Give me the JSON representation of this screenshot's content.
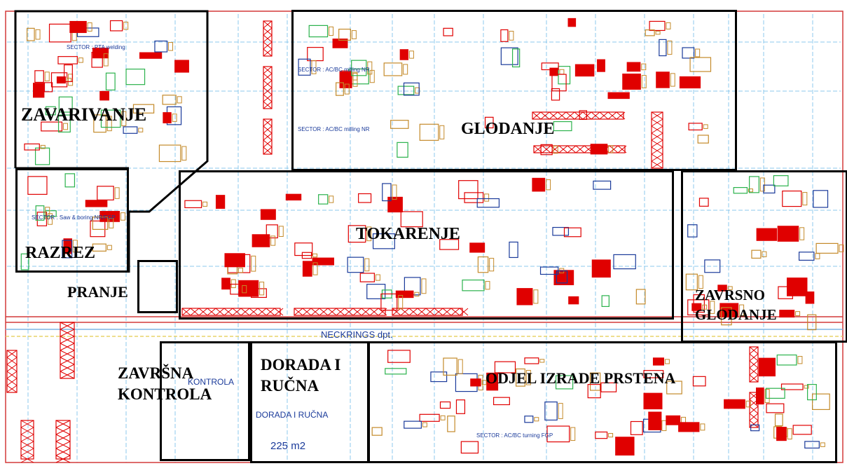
{
  "zones": {
    "zavarivanje": "ZAVARIVANJE",
    "glodanje": "GLODANJE",
    "tokarenje": "TOKARENJE",
    "razrez": "RAZREZ",
    "pranje": "PRANJE",
    "zavrsno_glodanje": "ZAVRSNO GLODANJE",
    "zavrsna_kontrola": "ZAVRŠNA KONTROLA",
    "dorada_rucna": "DORADA I RUČNA",
    "odjel_izrade": "ODJEL IZRADE PRSTENA"
  },
  "minor": {
    "neckrings": "NECKRINGS dpt.",
    "sector_pta": "SECTOR : PTA welding",
    "sector_acbc_1": "SECTOR : AC/BC milling NR",
    "sector_acbc_2": "SECTOR : AC/BC milling NR",
    "sector_saw": "SECTOR : Saw & boring NR/FGP",
    "sector_turning": "SECTOR : AC/BC turning FGP",
    "kontrola": "KONTROLA",
    "dorada_i_rucna": "DORADA I RUČNA",
    "area": "225 m2"
  },
  "colors": {
    "machine": "#e00000",
    "grid": "#5ab0e0",
    "wall": "#d33a3a",
    "label_small": "#1a3a9a"
  }
}
